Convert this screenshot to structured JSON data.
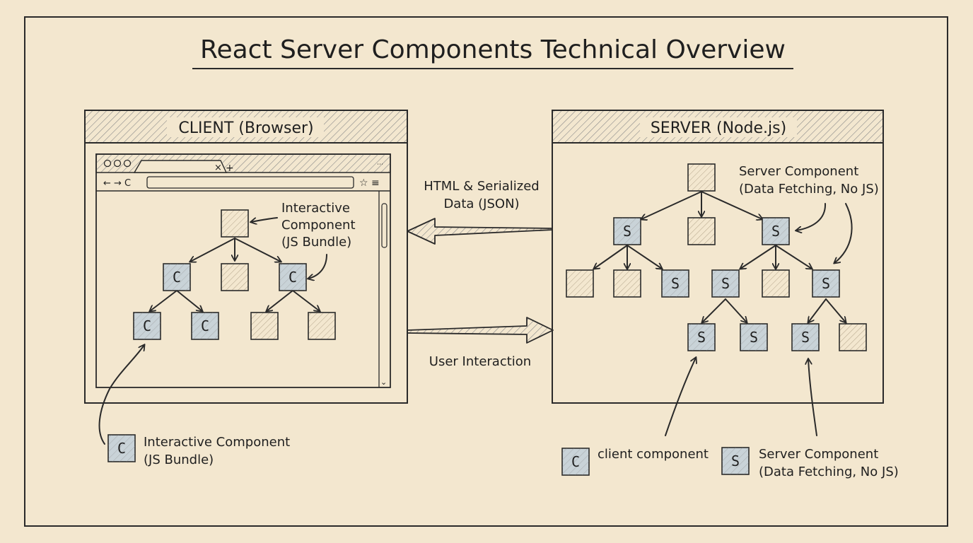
{
  "title": "React Server Components Technical Overview",
  "client": {
    "panel_title": "CLIENT (Browser)",
    "browser_close_glyph": "×",
    "browser_newtab_glyph": "+",
    "nav_glyphs": "← → C",
    "tools_glyphs": "☆ ≡",
    "callout": [
      "Interactive",
      "Component",
      "(JS Bundle)"
    ],
    "tree": {
      "root": "",
      "level1": [
        "C",
        "",
        "C"
      ],
      "level2": [
        "C",
        "C",
        "",
        ""
      ]
    }
  },
  "server": {
    "panel_title": "SERVER (Node.js)",
    "callout": [
      "Server Component",
      "(Data Fetching, No JS)"
    ],
    "tree": {
      "root": "",
      "level1": [
        "S",
        "",
        "S"
      ],
      "level2": [
        "",
        "",
        "S",
        "S",
        "",
        "S"
      ],
      "level3": [
        "S",
        "S",
        "S",
        ""
      ]
    }
  },
  "arrows": {
    "to_client": [
      "HTML & Serialized",
      "Data (JSON)"
    ],
    "to_server": "User Interaction"
  },
  "legend": {
    "client_large": {
      "letter": "C",
      "lines": [
        "Interactive Component",
        "(JS Bundle)"
      ]
    },
    "client_small": {
      "letter": "C",
      "text": "client component"
    },
    "server": {
      "letter": "S",
      "lines": [
        "Server Component",
        "(Data Fetching, No JS)"
      ]
    }
  },
  "colors": {
    "background": "#f3e7cf",
    "ink": "#2a2a2a",
    "client_node_fill": "#c9d3d8",
    "server_node_fill": "#c9d3d8",
    "plain_node_fill": "#e4d6bb"
  }
}
